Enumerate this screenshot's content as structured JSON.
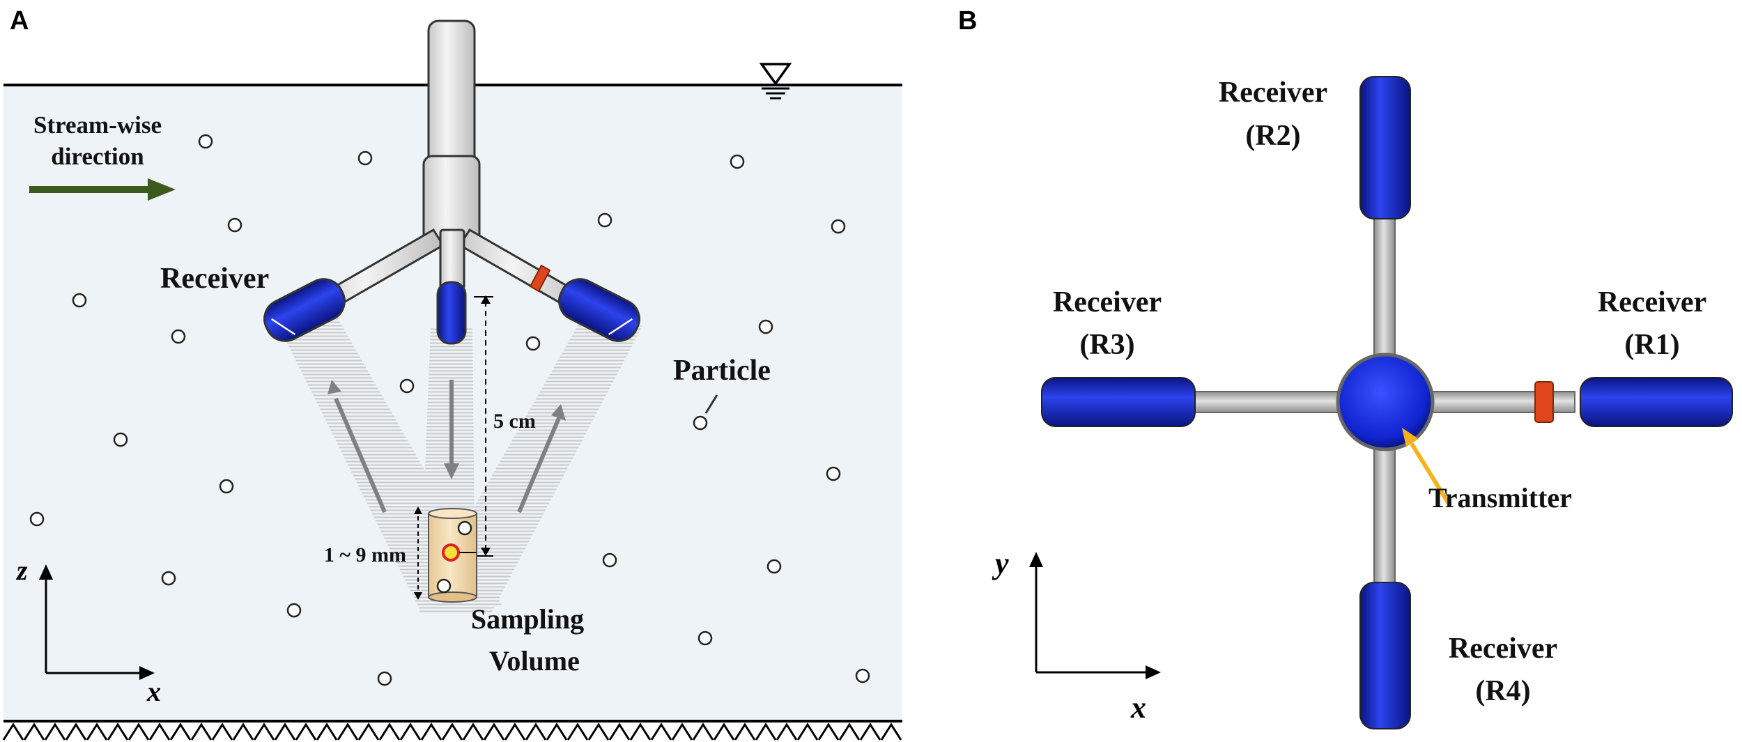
{
  "panel_a": {
    "label": "A",
    "flow_label_line1": "Stream-wise",
    "flow_label_line2": "direction",
    "receiver_label": "Receiver",
    "particle_label": "Particle",
    "distance_label": "5 cm",
    "height_label": "1 ~ 9 mm",
    "sampling_line1": "Sampling",
    "sampling_line2": "Volume",
    "axis_z": "z",
    "axis_x": "x"
  },
  "panel_b": {
    "label": "B",
    "r1_line1": "Receiver",
    "r1_line2": "(R1)",
    "r2_line1": "Receiver",
    "r2_line2": "(R2)",
    "r3_line1": "Receiver",
    "r3_line2": "(R3)",
    "r4_line1": "Receiver",
    "r4_line2": "(R4)",
    "transmitter_label": "Transmitter",
    "axis_y": "y",
    "axis_x": "x"
  },
  "colors": {
    "water": "#eef3f7",
    "probe_body": "#e4e4e4",
    "receiver_blue": "#1a2fd0",
    "marker_red": "#e0461c",
    "flow_arrow": "#3b5a1e",
    "transmitter_pointer": "#f5b21a",
    "sampling_volume": "#f2dcb2"
  }
}
